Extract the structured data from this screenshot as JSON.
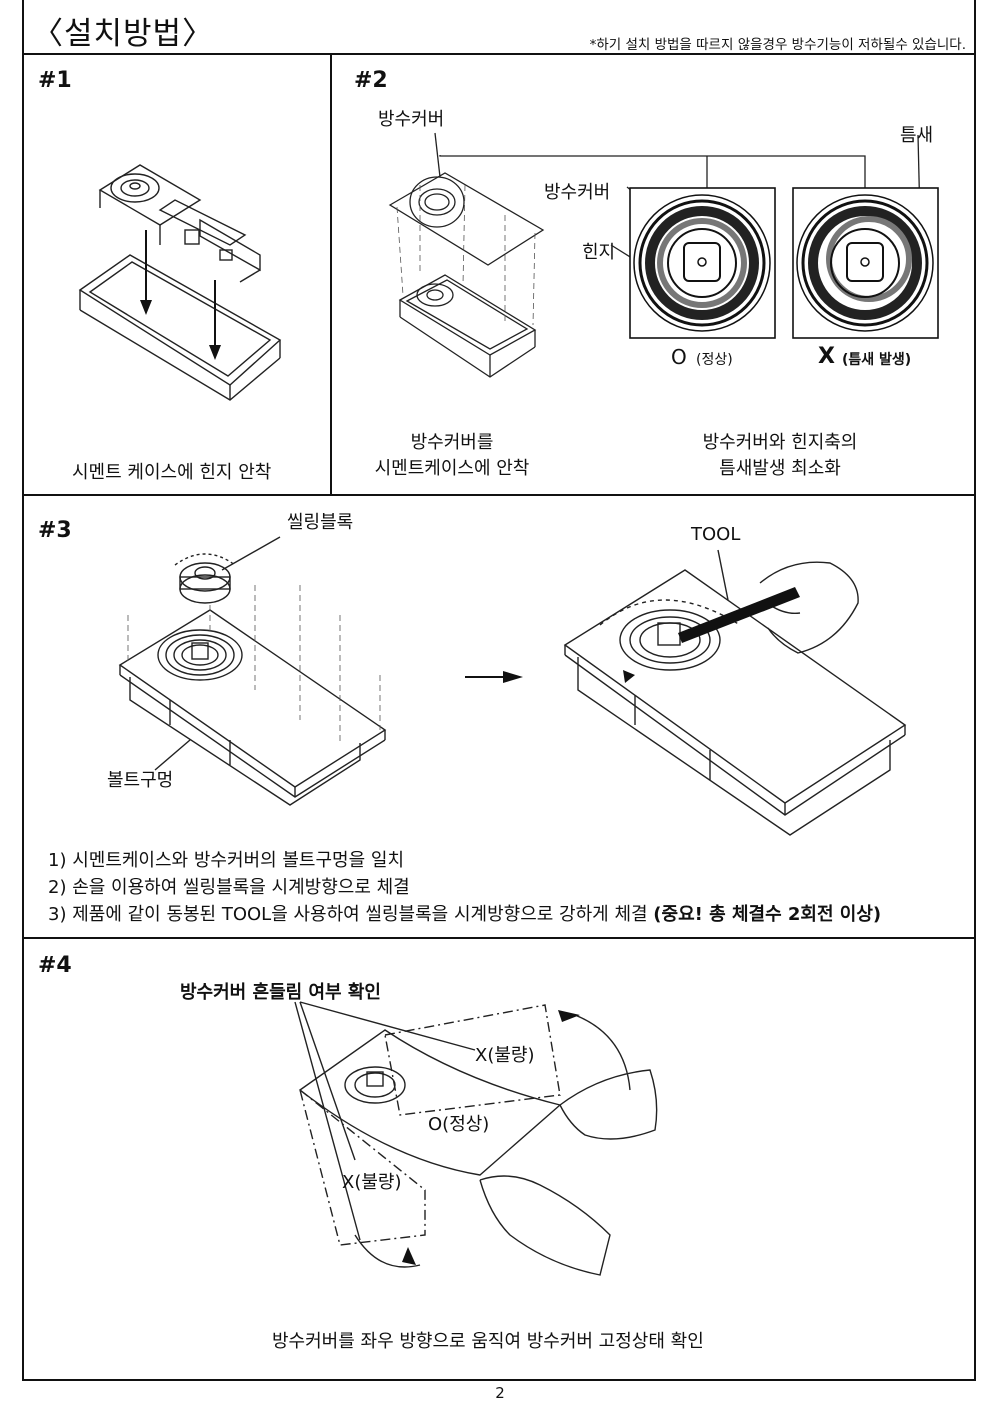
{
  "header": {
    "title": "〈설치방법〉",
    "note": "*하기 설치 방법을 따르지 않을경우 방수기능이 저하될수 있습니다."
  },
  "section1": {
    "number": "#1",
    "caption": "시멘트 케이스에 힌지 안착"
  },
  "section2": {
    "number": "#2",
    "label_cover_top": "방수커버",
    "label_gap": "틈새",
    "label_cover": "방수커버",
    "label_hinge": "힌지",
    "ok_mark": "O",
    "ok_text": "(정상)",
    "bad_mark": "X",
    "bad_text": "(틈새 발생)",
    "caption_left_line1": "방수커버를",
    "caption_left_line2": "시멘트케이스에 안착",
    "caption_right_line1": "방수커버와 힌지축의",
    "caption_right_line2": "틈새발생 최소화"
  },
  "section3": {
    "number": "#3",
    "label_sealing": "씰링블록",
    "label_tool": "TOOL",
    "label_bolt": "볼트구멍",
    "step1": "1) 시멘트케이스와 방수커버의 볼트구멍을 일치",
    "step2": "2) 손을 이용하여 씰링블록을 시계방향으로  체결",
    "step3_plain": "3) 제품에 같이 동봉된 TOOL을 사용하여 씰링블록을 시계방향으로 강하게 체결 ",
    "step3_bold": "(중요! 총 체결수 2회전 이상)"
  },
  "section4": {
    "number": "#4",
    "heading": "방수커버 흔들림 여부 확인",
    "label_bad_top": "X(불량)",
    "label_ok": "O(정상)",
    "label_bad_bottom": "X(불량)",
    "caption": "방수커버를 좌우 방향으로 움직여  방수커버 고정상태 확인"
  },
  "footer": {
    "page_number": "2"
  }
}
